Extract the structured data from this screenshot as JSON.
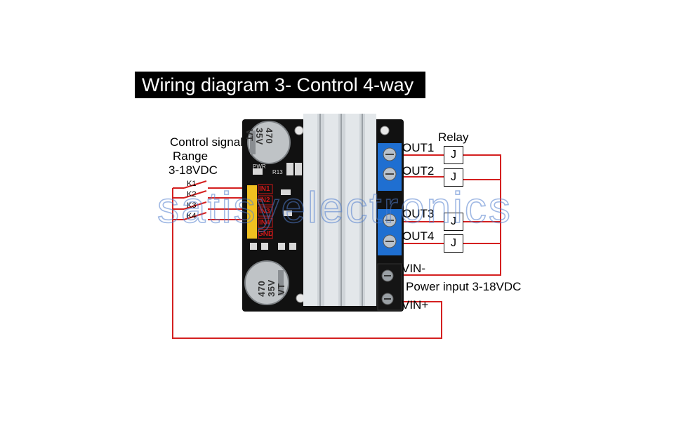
{
  "title": "Wiring diagram 3- Control 4-way",
  "control_signal": {
    "line1": "Control signal",
    "line2": "Range",
    "line3": "3-18VDC"
  },
  "switches": [
    "K1",
    "K2",
    "K3",
    "K4"
  ],
  "input_pins": [
    "IN1",
    "IN2",
    "IN3",
    "IN4",
    "GND"
  ],
  "relay_heading": "Relay",
  "relays": [
    "J",
    "J",
    "J",
    "J"
  ],
  "outputs": [
    "OUT1",
    "OUT2",
    "OUT3",
    "OUT4"
  ],
  "power": {
    "vin_minus": "VIN-",
    "vin_plus": "VIN+",
    "label": "Power input 3-18VDC"
  },
  "capacitor_top": {
    "l1": "470",
    "l2": "35V",
    "l3": "VT"
  },
  "capacitor_bottom": {
    "l1": "470",
    "l2": "35V",
    "l3": "VT"
  },
  "board_marks": {
    "pwr": "PWR",
    "r13": "R13"
  },
  "watermark": "satisyelectronics",
  "colors": {
    "wire": "#d42020",
    "board": "#111111",
    "terminal": "#1f6fd1",
    "heatsink": "#cfd4d8",
    "header": "#f0c020"
  }
}
